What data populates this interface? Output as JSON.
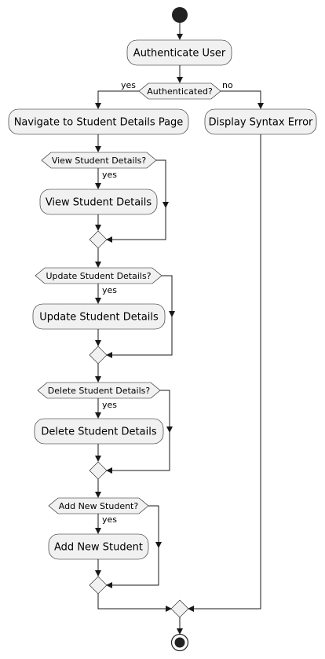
{
  "activities": {
    "authenticate": "Authenticate User",
    "navigate": "Navigate to Student Details Page",
    "syntax_error": "Display Syntax Error",
    "view": "View Student Details",
    "update": "Update Student Details",
    "delete": "Delete Student Details",
    "add": "Add New Student"
  },
  "decisions": {
    "authenticated": "Authenticated?",
    "view": "View Student Details?",
    "update": "Update Student Details?",
    "delete": "Delete Student Details?",
    "add": "Add New Student?"
  },
  "branch_labels": {
    "yes": "yes",
    "no": "no"
  }
}
